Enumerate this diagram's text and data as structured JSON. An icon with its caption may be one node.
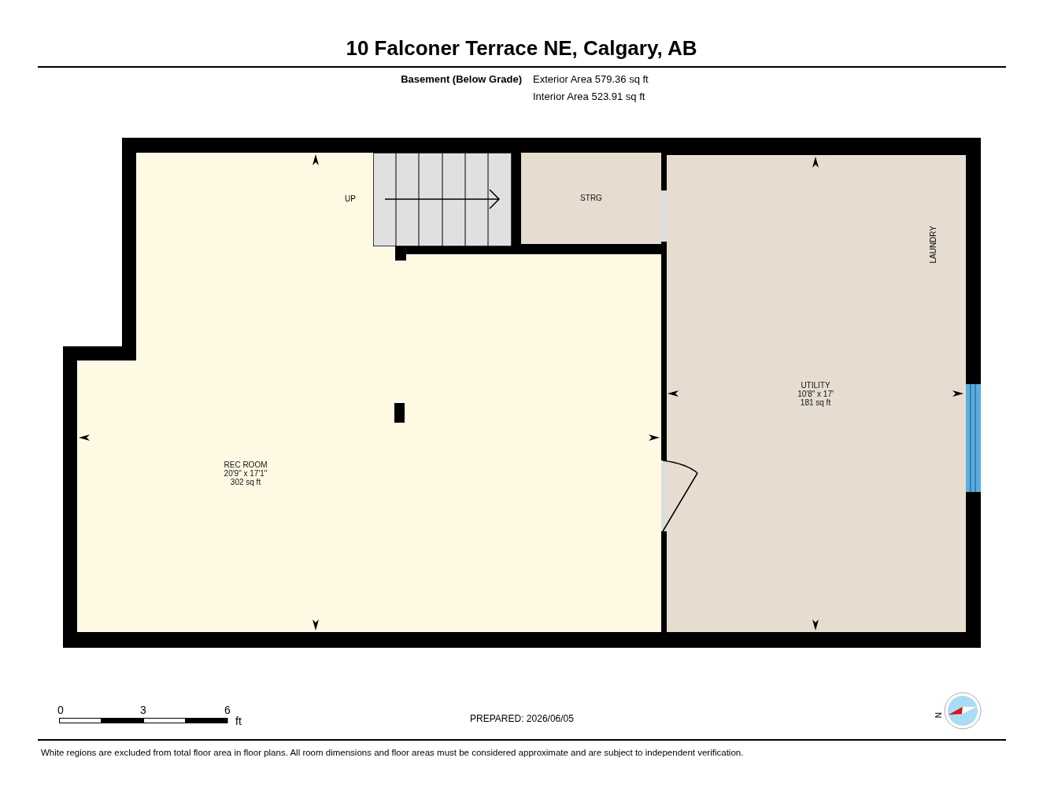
{
  "diagram": {
    "title": "10 Falconer Terrace NE, Calgary, AB",
    "nodes": [
      {
        "text": [
          "REC ROOM",
          "20'9\" x 17'1\"",
          "302 sq ft"
        ]
      },
      {
        "text": [
          "STRG"
        ]
      },
      {
        "text": [
          "UTILITY",
          "10'8\" x 17'",
          "181 sq ft"
        ]
      }
    ],
    "edges": [],
    "labels": [
      "Basement (Below Grade)",
      "Exterior Area 579.36 sq ft",
      "Interior Area 523.91 sq ft",
      "UP",
      "LAUNDRY",
      "0",
      "3",
      "6",
      "ft",
      "PREPARED: 2026/06/05",
      "N",
      "White regions are excluded from total floor area in floor plans. All room dimensions and floor areas must be considered approximate and are subject to independent verification."
    ]
  }
}
